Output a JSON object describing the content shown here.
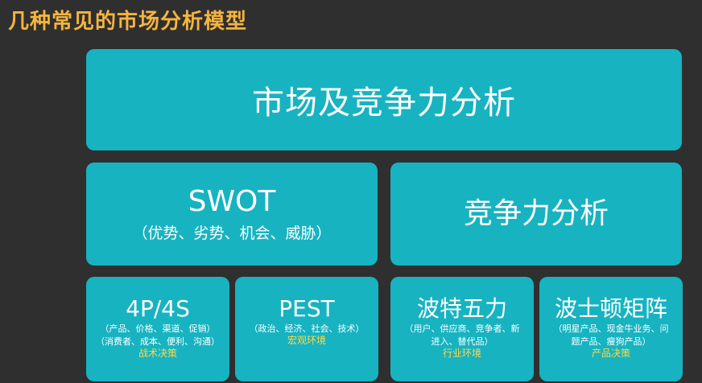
{
  "title": "几种常见的市场分析模型",
  "top": {
    "label": "市场及竞争力分析"
  },
  "middle": {
    "swot": {
      "title": "SWOT",
      "subtitle": "（优势、劣势、机会、威胁）"
    },
    "competitiveness": {
      "title": "竞争力分析"
    }
  },
  "bottom": [
    {
      "title": "4P/4S",
      "desc_lines": [
        "（产品、价格、渠道、促销）",
        "（消费者、成本、便利、沟通）"
      ],
      "tag": "战术决策"
    },
    {
      "title": "PEST",
      "desc_lines": [
        "（政治、经济、社会、技术）"
      ],
      "tag": "宏观环境"
    },
    {
      "title": "波特五力",
      "desc_lines": [
        "（用户、供应商、竞争者、新",
        "进入、替代品）"
      ],
      "tag": "行业环境"
    },
    {
      "title": "波士顿矩阵",
      "desc_lines": [
        "（明星产品、现金牛业务、问",
        "题产品、瘦狗产品）"
      ],
      "tag": "产品决策"
    }
  ],
  "colors": {
    "background": "#2f2f2f",
    "box": "#17b3c1",
    "title": "#f4b43e",
    "tag": "#ffd84a",
    "text": "#ffffff"
  }
}
